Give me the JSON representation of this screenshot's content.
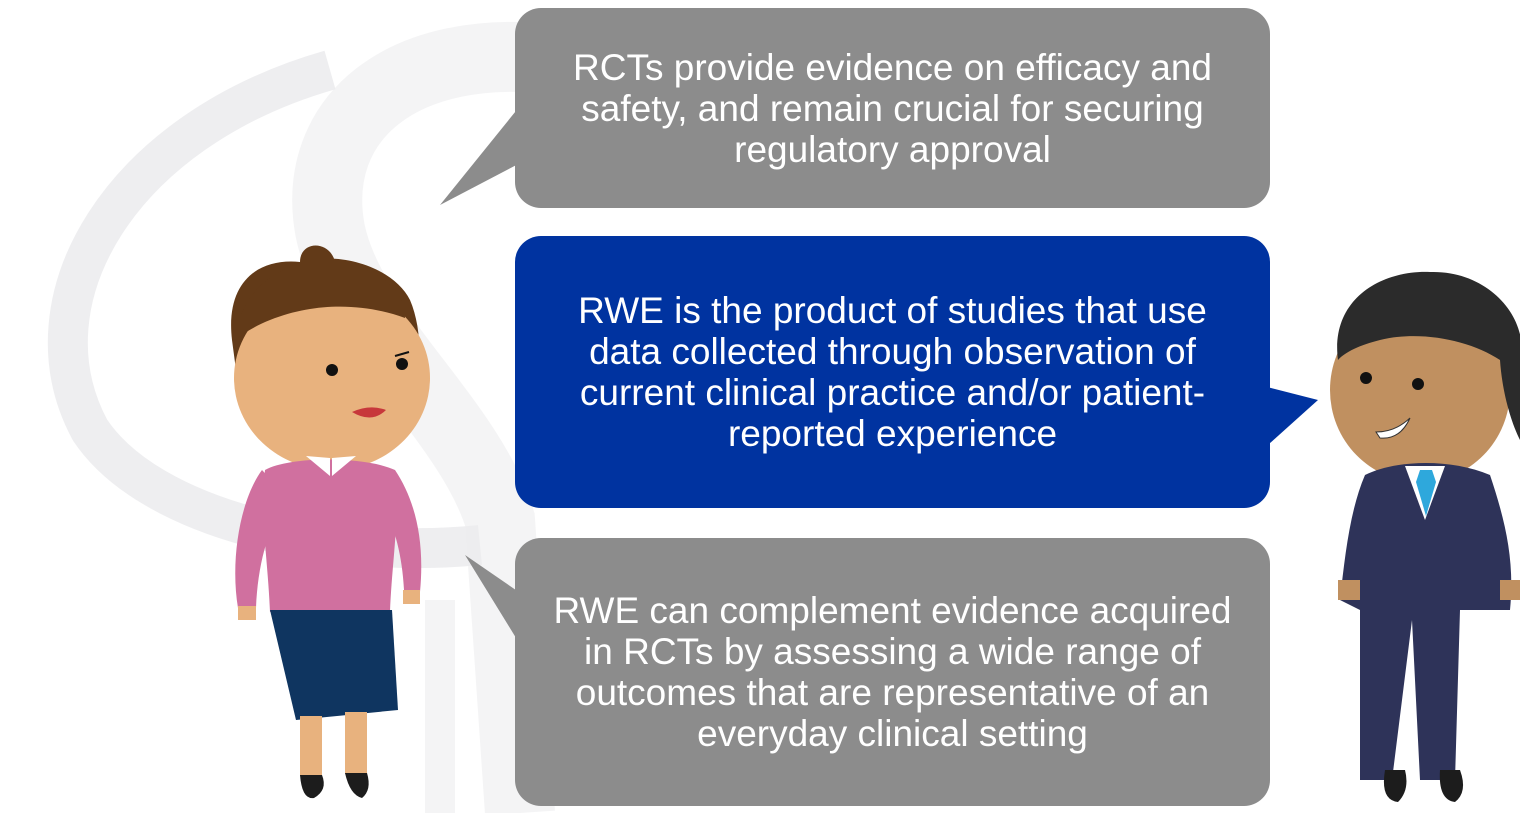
{
  "bubbles": {
    "top": {
      "text": "RCTs provide evidence on efficacy and safety, and remain crucial for securing regulatory approval",
      "color": "#8c8c8c"
    },
    "middle": {
      "text": "RWE is the product of studies that use data collected through observation of current clinical practice and/or patient-reported experience",
      "color": "#0033a0"
    },
    "bottom": {
      "text": "RWE can complement evidence acquired in RCTs by assessing a wide range of outcomes that are representative of an everyday clinical setting",
      "color": "#8c8c8c"
    }
  },
  "characters": {
    "woman": {
      "icon": "woman-figure-icon",
      "shirt": "#d0709f",
      "skirt": "#0f3560",
      "hair": "#623a18",
      "skin": "#e8b27e"
    },
    "man": {
      "icon": "man-figure-icon",
      "suit": "#2e3359",
      "tie": "#2ea8dc",
      "hair": "#2b2b2b",
      "skin": "#c09060"
    }
  },
  "background": {
    "icon": "watermark-logo-icon",
    "color": "#f1f1f3"
  }
}
